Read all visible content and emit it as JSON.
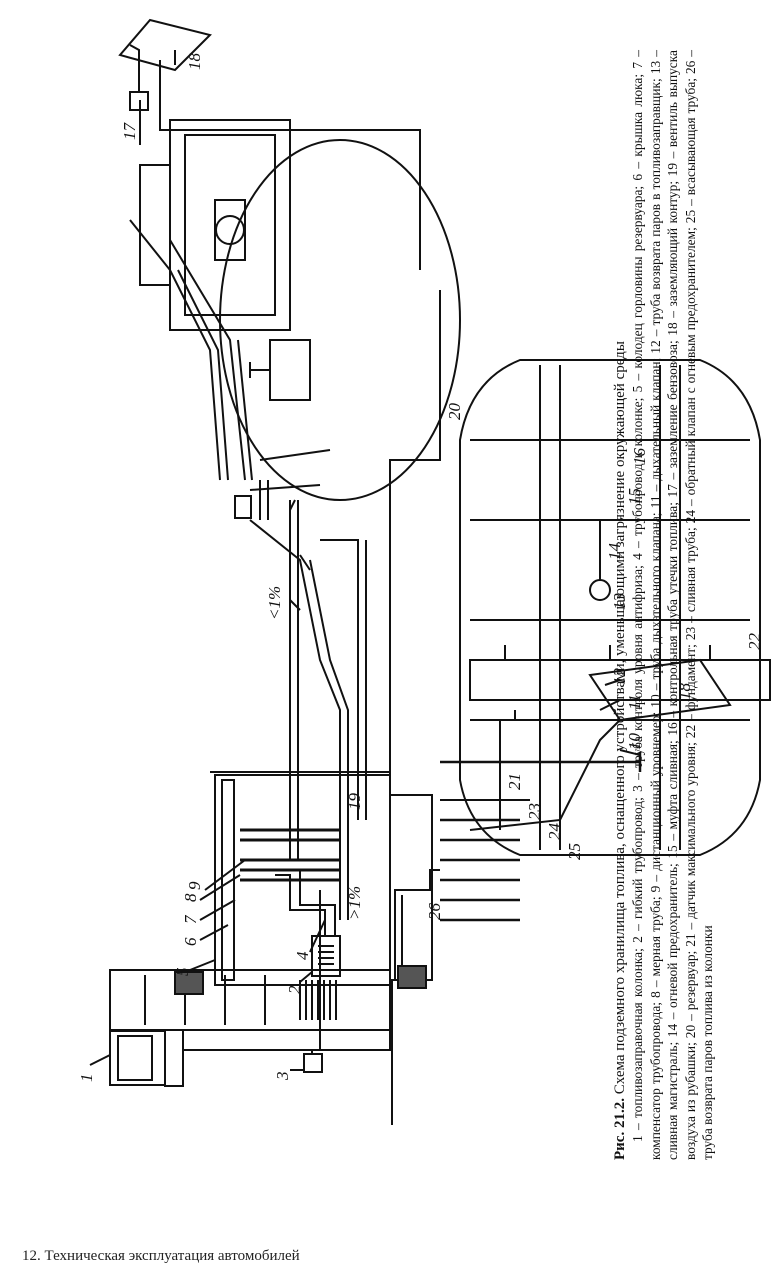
{
  "figure": {
    "number": "Рис. 21.2.",
    "title": "Схема подземного хранилища топлива, оснащенного устройствами, уменьшающими загрязнение окружающей среды",
    "legend_text": "1 – топливозаправочная колонка; 2 – гибкий трубопровод; 3 – труба контроля уровня антифриза; 4 – трубопровод к колонке; 5 – колодец горловины резервуара; 6 – крышка люка; 7 – компенсатор трубопровода; 8 – мерная труба; 9 – дистанционный уровнемер; 10 – труба дыхательного клапана; 11 – дыхательный клапан; 12 – труба возврата паров в топливозаправщик; 13 – сливная магистраль; 14 – огневой предохранитель; 15 – муфта сливная; 16 – контрольная труба утечки топлива; 17 – заземление бензовоза; 18 – заземляющий контур; 19 – вентиль выпуска воздуха из рубашки; 20 – резервуар; 21 – датчик максимального уровня; 22 – фундамент; 23 – сливная труба; 24 – обратный клапан с огневым предохранителем; 25 – всасывающая труба; 26 – труба возврата паров топлива из колонки",
    "callouts": [
      "1",
      "2",
      "3",
      "4",
      "5",
      "6",
      "7",
      "8",
      "9",
      "10",
      "11",
      "12",
      "13",
      "14",
      "15",
      "16",
      "17",
      "18",
      "18",
      "19",
      "20",
      "21",
      "22",
      "23",
      "24",
      "25",
      "26"
    ],
    "slope_left": ">1%",
    "slope_right": "<1%"
  },
  "footer": {
    "text": "12. Техническая эксплуатация автомобилей"
  }
}
